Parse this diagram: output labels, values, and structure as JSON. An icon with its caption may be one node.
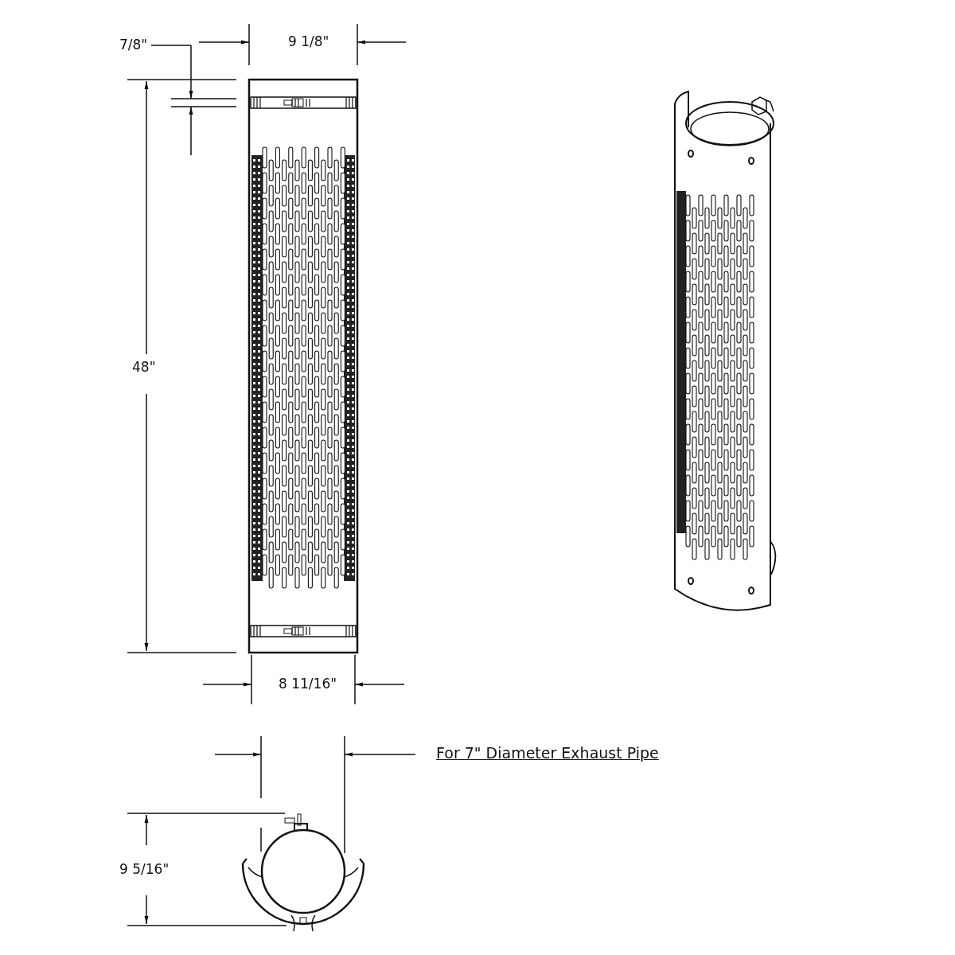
{
  "diagram": {
    "labels": [
      "7/8\"",
      "9 1/8\"",
      "48\"",
      "8 11/16\"",
      "For 7\" Diameter Exhaust Pipe",
      "9 5/16\""
    ]
  }
}
